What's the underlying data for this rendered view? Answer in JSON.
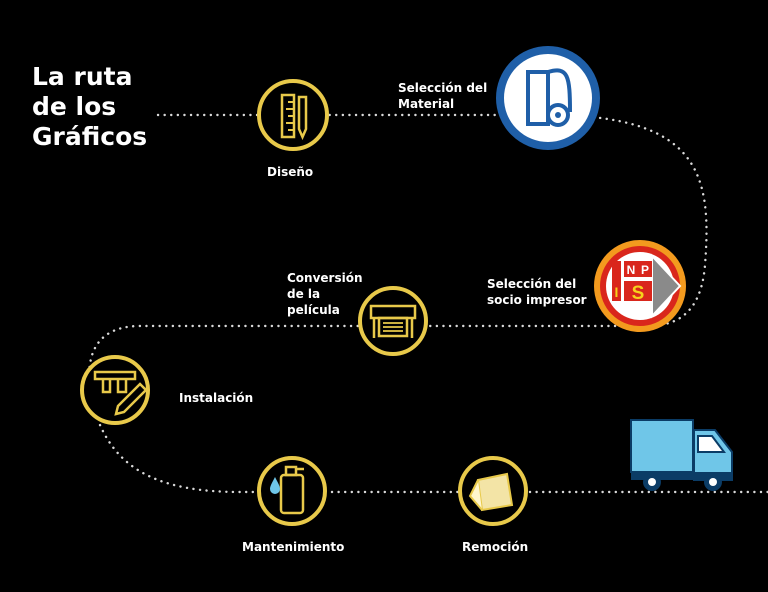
{
  "title": {
    "line1": "La ruta",
    "line2": "de los",
    "line3": "Gráficos"
  },
  "steps": [
    {
      "id": "diseno",
      "lines": [
        "Diseño"
      ],
      "icon": "ruler-pencil-icon"
    },
    {
      "id": "material",
      "lines": [
        "Selección del",
        "Material"
      ],
      "icon": "material-roll-icon"
    },
    {
      "id": "socio",
      "lines": [
        "Selección del",
        "socio impresor"
      ],
      "icon": "inps-logo-icon"
    },
    {
      "id": "conversion",
      "lines": [
        "Conversión",
        "de la",
        "película"
      ],
      "icon": "printer-icon"
    },
    {
      "id": "instalacion",
      "lines": [
        "Instalación"
      ],
      "icon": "squeegee-pencil-icon"
    },
    {
      "id": "mantenimiento",
      "lines": [
        "Mantenimiento"
      ],
      "icon": "spray-bottle-icon"
    },
    {
      "id": "remocion",
      "lines": [
        "Remoción"
      ],
      "icon": "peeling-film-icon"
    }
  ],
  "logo": {
    "letters": [
      "I",
      "N",
      "P",
      "S"
    ]
  },
  "colors": {
    "background": "#000000",
    "gold": "#e8c94a",
    "blue": "#1f5fa8",
    "logo_red": "#d9261c",
    "logo_orange": "#f39a1e",
    "truck": "#6fc6e8",
    "path": "#d9d9d9"
  },
  "truck_icon": "delivery-truck-icon"
}
